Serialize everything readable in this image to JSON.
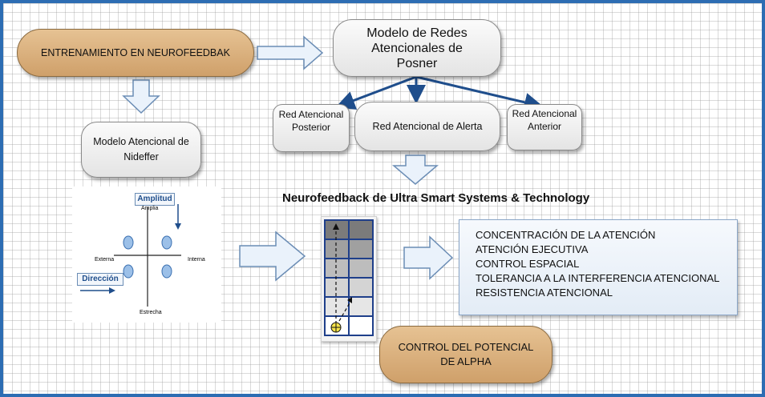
{
  "top_left_box": "ENTRENAMIENTO EN NEUROFEEDBAK",
  "posner_box": "Modelo de Redes Atencionales de Posner",
  "red_posterior": "Red Atencional Posterior",
  "red_alerta": "Red Atencional de Alerta",
  "red_anterior": "Red Atencional Anterior",
  "nideffer_box": "Modelo Atencional de Nideffer",
  "nideffer_diagram": {
    "amplitud": "Amplitud",
    "amplia": "Amplia",
    "externa": "Externa",
    "interna": "Interna",
    "direccion": "Dirección",
    "estrecha": "Estrecha"
  },
  "neurofeedback_title": "Neurofeedback de Ultra Smart Systems & Technology",
  "attention_list": [
    "CONCENTRACIÓN DE LA ATENCIÓN",
    "ATENCIÓN EJECUTIVA",
    "CONTROL ESPACIAL",
    "TOLERANCIA A LA INTERFERENCIA ATENCIONAL",
    "RESISTENCIA ATENCIONAL"
  ],
  "alpha_box": "CONTROL DEL POTENCIAL DE ALPHA",
  "colors": {
    "frame": "#2d6db3",
    "tan_box": "#d9ae7a",
    "arrow_fill": "#eaf2fb",
    "arrow_stroke": "#6b8db5",
    "connector": "#1f4e8c",
    "list_box": "#eaf2f9"
  }
}
